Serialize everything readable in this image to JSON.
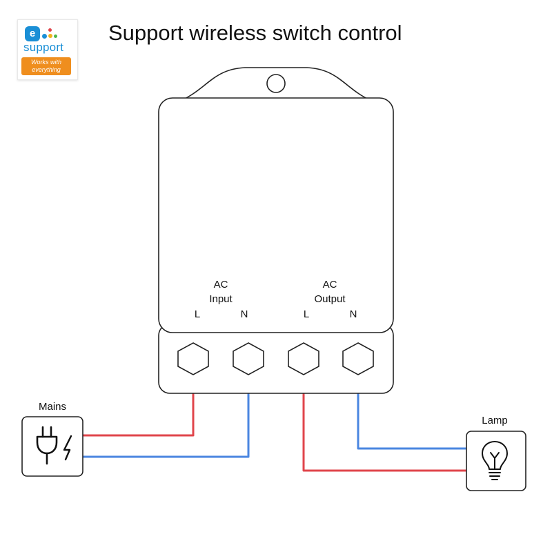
{
  "title": "Support wireless switch control",
  "logo": {
    "badge_letter": "e",
    "word": "support",
    "tagline_line1": "Works with",
    "tagline_line2": "everything",
    "brand_color": "#1a8fd6",
    "tag_color": "#ef8e1e"
  },
  "device": {
    "ac_input": {
      "line1": "AC",
      "line2": "Input",
      "l": "L",
      "n": "N"
    },
    "ac_output": {
      "line1": "AC",
      "line2": "Output",
      "l": "L",
      "n": "N"
    }
  },
  "mains": {
    "label": "Mains",
    "icon": "plug-lightning-icon"
  },
  "lamp": {
    "label": "Lamp",
    "icon": "lightbulb-icon"
  },
  "colors": {
    "live_wire": "#e0454b",
    "neutral_wire": "#4a86e0",
    "outline": "#222222"
  }
}
